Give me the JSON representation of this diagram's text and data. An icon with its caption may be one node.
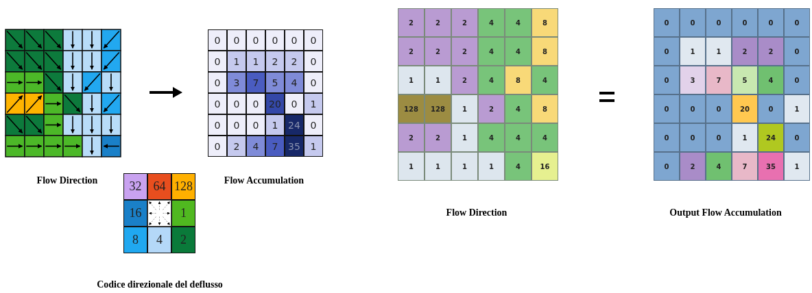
{
  "diagram": {
    "labels": [
      "0",
      "0",
      "0",
      "0",
      "0",
      "0",
      "0",
      "1",
      "1",
      "2",
      "2",
      "0",
      "0",
      "3",
      "7",
      "5",
      "4",
      "0",
      "0",
      "0",
      "0",
      "20",
      "0",
      "1",
      "0",
      "0",
      "0",
      "1",
      "24",
      "0",
      "0",
      "2",
      "4",
      "7",
      "35",
      "1",
      "Flow Direction",
      "Flow Accumulation",
      "32",
      "64",
      "128",
      "16",
      "1",
      "8",
      "4",
      "2",
      "Codice direzionale del deflusso",
      "2",
      "2",
      "2",
      "4",
      "4",
      "8",
      "2",
      "2",
      "2",
      "4",
      "4",
      "8",
      "1",
      "1",
      "2",
      "4",
      "8",
      "4",
      "128",
      "128",
      "1",
      "2",
      "4",
      "8",
      "2",
      "2",
      "1",
      "4",
      "4",
      "4",
      "1",
      "1",
      "1",
      "1",
      "4",
      "16",
      "0",
      "0",
      "0",
      "0",
      "0",
      "0",
      "0",
      "1",
      "1",
      "2",
      "2",
      "0",
      "0",
      "3",
      "7",
      "5",
      "4",
      "0",
      "0",
      "0",
      "0",
      "20",
      "0",
      "1",
      "0",
      "0",
      "0",
      "1",
      "24",
      "0",
      "0",
      "2",
      "4",
      "7",
      "35",
      "1",
      "Flow Direction",
      "Output Flow Accumulation"
    ]
  }
}
